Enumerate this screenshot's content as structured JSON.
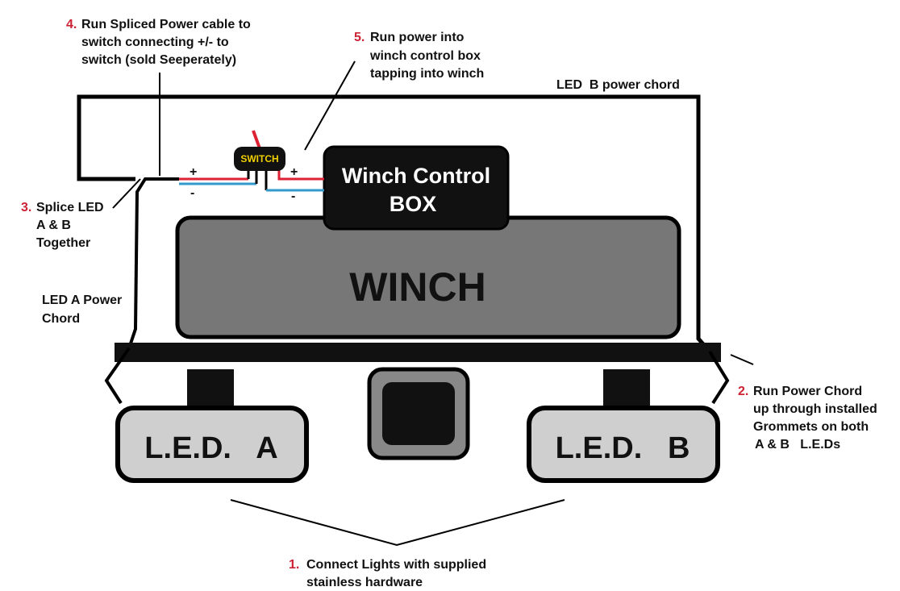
{
  "labels": {
    "winch": "WINCH",
    "control_box_line1": "Winch Control",
    "control_box_line2": "BOX",
    "switch": "SWITCH",
    "led_a": "L.E.D.   A",
    "led_b": "L.E.D.   B",
    "led_b_power": "LED  B power chord",
    "led_a_power_line1": "LED A Power",
    "led_a_power_line2": "Chord",
    "plus": "+",
    "minus": "-"
  },
  "steps": [
    {
      "number": "1.",
      "lines": [
        "Connect Lights with supplied",
        "stainless hardware"
      ]
    },
    {
      "number": "2.",
      "lines": [
        "Run Power Chord",
        "up through installed",
        "Grommets on both",
        "A & B   L.E.Ds"
      ]
    },
    {
      "number": "3.",
      "lines": [
        "Splice LED",
        "A & B",
        "Together"
      ]
    },
    {
      "number": "4.",
      "lines": [
        "Run Spliced Power cable to",
        "switch connecting +/- to",
        "switch (sold Seeperately)"
      ]
    },
    {
      "number": "5.",
      "lines": [
        "Run power into",
        "winch control box",
        "tapping into winch"
      ]
    }
  ],
  "colors": {
    "outline": "#000000",
    "winch_fill": "#777777",
    "led_fill": "#cfcfcf",
    "box_fill": "#111111",
    "positive_wire": "#dd2233",
    "negative_wire": "#3399cc",
    "switch_text": "#f0d000",
    "step_number": "#cc2233"
  }
}
